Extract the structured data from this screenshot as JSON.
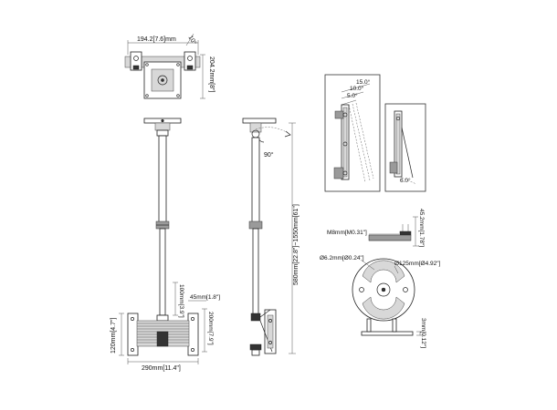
{
  "labels": {
    "top_width": "194.2[7.6]mm",
    "top_angle": "10°",
    "top_height": "204.2mm[8\"]",
    "rotate_angle": "90°",
    "pole_length": "580mm[22.8\"]~1550mm[61\"]",
    "bracket_100": "100mm[3.9\"]",
    "bracket_45": "45mm[1.8\"]",
    "bracket_200": "200mm[7.9\"]",
    "height_120": "120mm[4.7\"]",
    "width_290": "290mm[11.4\"]",
    "tilt_15": "15.0°",
    "tilt_10": "10.0°",
    "tilt_5": "5.0°",
    "tilt_6": "6.0°",
    "screw_m8": "M8mm[M0.31\"]",
    "height_45": "45.2mm[1.78\"]",
    "hole_62": "Ø6.2mm[Ø0.24\"]",
    "plate_125": "Ø125mm[Ø4.92\"]",
    "thick_3": "3mm[0.12\"]"
  }
}
